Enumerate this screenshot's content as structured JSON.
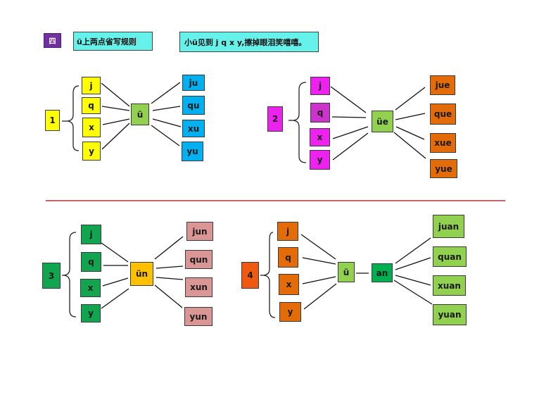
{
  "header": {
    "section_number": "四",
    "title": "ü上两点省写规则",
    "rhyme": "小ü见到 j q x y,擦掉眼泪笑嘻嘻。"
  },
  "colors": {
    "section_badge": "#7030a0",
    "header_box": "#66f2ea",
    "divider": "#c8636a"
  },
  "groups": [
    {
      "number": "1",
      "initials": [
        "j",
        "q",
        "x",
        "y"
      ],
      "final": "ü",
      "results": [
        "ju",
        "qu",
        "xu",
        "yu"
      ]
    },
    {
      "number": "2",
      "initials": [
        "j",
        "q",
        "x",
        "y"
      ],
      "final": "üe",
      "results": [
        "jue",
        "que",
        "xue",
        "yue"
      ]
    },
    {
      "number": "3",
      "initials": [
        "j",
        "q",
        "x",
        "y"
      ],
      "final": "ün",
      "results": [
        "jun",
        "qun",
        "xun",
        "yun"
      ]
    },
    {
      "number": "4",
      "initials": [
        "j",
        "q",
        "x",
        "y"
      ],
      "final": "ü",
      "final2": "an",
      "results": [
        "juan",
        "quan",
        "xuan",
        "yuan"
      ]
    }
  ]
}
